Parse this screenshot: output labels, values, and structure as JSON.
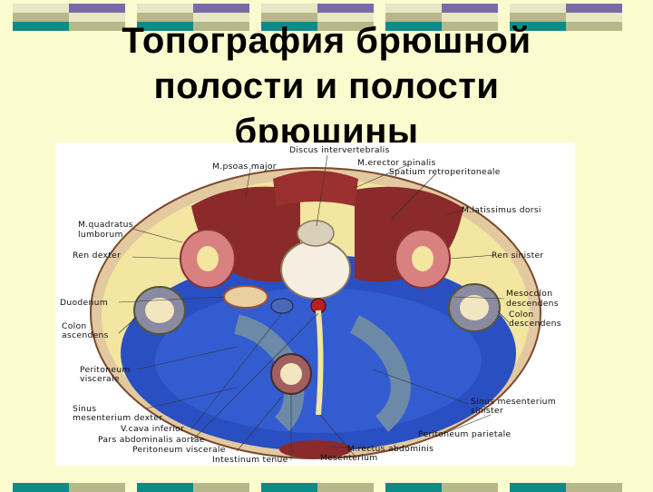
{
  "slide": {
    "title_lines": [
      "Топография брюшной",
      "полости и полости",
      "брюшины"
    ]
  },
  "colors": {
    "background": "#fbfbd0",
    "band_teal": "#0f8a8a",
    "band_purple": "#7a6aa8",
    "band_olive": "#b6b88a",
    "band_light": "#e8e6c4",
    "peritoneal_cavity": "#2a4fc2",
    "muscle": "#8b2a2a",
    "fat": "#f2e6a0"
  },
  "figure": {
    "labels": {
      "discus": "Discus intervertebralis",
      "psoas": "M.psoas major",
      "erector": "M.erector spinalis",
      "spatium": "Spatium retroperitoneale",
      "latissimus": "M.latissimus dorsi",
      "quadratus_1": "M.quadratus",
      "quadratus_2": "lumborum",
      "ren_dexter": "Ren dexter",
      "ren_sinister": "Ren sinister",
      "duodenum": "Duodenum",
      "mesocolon_1": "Mesocolon",
      "mesocolon_2": "descendens",
      "colon_asc_1": "Colon",
      "colon_asc_2": "ascendens",
      "colon_desc_1": "Colon",
      "colon_desc_2": "descendens",
      "periton_visc_1": "Peritoneum",
      "periton_visc_2": "viscerale",
      "sinus_dex_1": "Sinus",
      "sinus_dex_2": "mesenterium dexter",
      "vcava": "V.cava inferior",
      "aorta": "Pars abdominalis aortae",
      "periton_visc_low": "Peritoneum viscerale",
      "intestinum": "Intestinum tenue",
      "mesenterium": "Mesenterium",
      "rectus": "M.rectus abdominis",
      "periton_pariet": "Peritoneum parietale",
      "sinus_sin_1": "Sinus mesenterium",
      "sinus_sin_2": "sinister"
    }
  }
}
